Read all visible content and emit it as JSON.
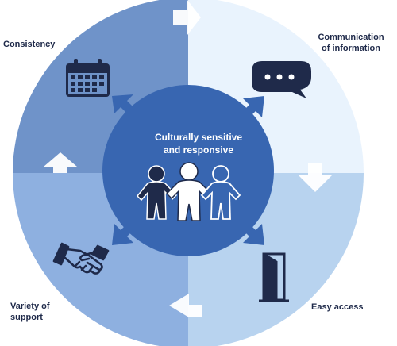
{
  "center": {
    "line1": "Culturally sensitive",
    "line2": "and responsive"
  },
  "quadrants": [
    {
      "label_lines": [
        "Consistency"
      ],
      "icon": "calendar-icon",
      "color": "#6f93c9"
    },
    {
      "label_lines": [
        "Communication",
        "of information"
      ],
      "icon": "speech-bubble-icon",
      "color": "#e9f3fd"
    },
    {
      "label_lines": [
        "Easy access"
      ],
      "icon": "open-door-icon",
      "color": "#b8d3ef"
    },
    {
      "label_lines": [
        "Variety of",
        "support"
      ],
      "icon": "handshake-icon",
      "color": "#8eb0e0"
    }
  ],
  "colors": {
    "center": "#3866b1",
    "icon_dark": "#1f2a4a",
    "arrow": "#ffffff"
  },
  "center_icon": "people-holding-hands-icon"
}
